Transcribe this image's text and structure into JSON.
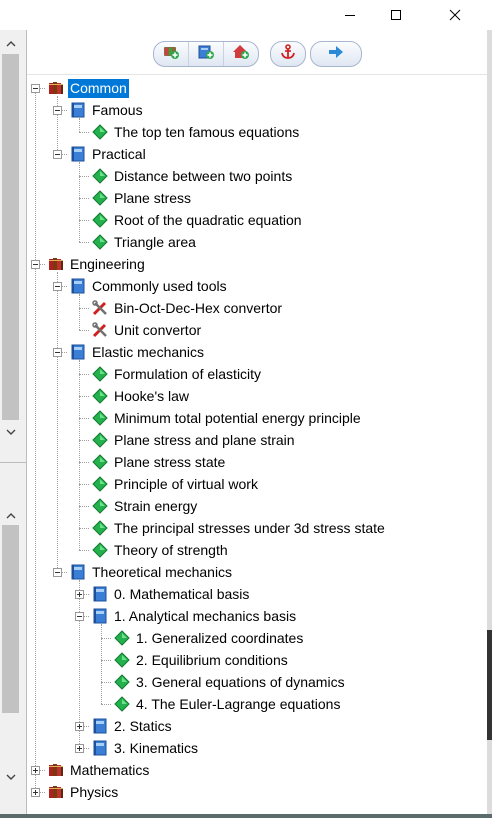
{
  "window": {
    "minimize_icon": "minimize-icon",
    "maximize_icon": "maximize-icon",
    "close_icon": "close-icon"
  },
  "toolbar": {
    "buttons": [
      {
        "name": "add-category-button",
        "icon": "books-plus-icon"
      },
      {
        "name": "add-group-button",
        "icon": "blue-book-plus-icon"
      },
      {
        "name": "add-item-button",
        "icon": "red-house-plus-icon"
      },
      {
        "name": "anchor-button",
        "icon": "anchor-icon"
      },
      {
        "name": "go-button",
        "icon": "arrow-right-icon"
      }
    ]
  },
  "tree": {
    "nodes": [
      {
        "label": "Common",
        "level": 0,
        "type": "category",
        "expander": "minus",
        "selected": true
      },
      {
        "label": "Famous",
        "level": 1,
        "type": "book",
        "expander": "minus"
      },
      {
        "label": "The top ten famous equations",
        "level": 2,
        "type": "leaf"
      },
      {
        "label": "Practical",
        "level": 1,
        "type": "book",
        "expander": "minus"
      },
      {
        "label": "Distance between two points",
        "level": 2,
        "type": "leaf"
      },
      {
        "label": "Plane stress",
        "level": 2,
        "type": "leaf"
      },
      {
        "label": "Root of the quadratic equation",
        "level": 2,
        "type": "leaf"
      },
      {
        "label": "Triangle area",
        "level": 2,
        "type": "leaf"
      },
      {
        "label": "Engineering",
        "level": 0,
        "type": "category",
        "expander": "minus"
      },
      {
        "label": "Commonly used tools",
        "level": 1,
        "type": "book",
        "expander": "minus"
      },
      {
        "label": "Bin-Oct-Dec-Hex convertor",
        "level": 2,
        "type": "tool"
      },
      {
        "label": "Unit convertor",
        "level": 2,
        "type": "tool"
      },
      {
        "label": "Elastic mechanics",
        "level": 1,
        "type": "book",
        "expander": "minus"
      },
      {
        "label": "Formulation of elasticity",
        "level": 2,
        "type": "leaf"
      },
      {
        "label": "Hooke's law",
        "level": 2,
        "type": "leaf"
      },
      {
        "label": "Minimum total potential energy principle",
        "level": 2,
        "type": "leaf"
      },
      {
        "label": "Plane stress and plane strain",
        "level": 2,
        "type": "leaf"
      },
      {
        "label": "Plane stress state",
        "level": 2,
        "type": "leaf"
      },
      {
        "label": "Principle of virtual work",
        "level": 2,
        "type": "leaf"
      },
      {
        "label": "Strain energy",
        "level": 2,
        "type": "leaf"
      },
      {
        "label": "The principal stresses under 3d stress state",
        "level": 2,
        "type": "leaf"
      },
      {
        "label": "Theory of strength",
        "level": 2,
        "type": "leaf"
      },
      {
        "label": "Theoretical mechanics",
        "level": 1,
        "type": "book",
        "expander": "minus"
      },
      {
        "label": "0. Mathematical basis",
        "level": 2,
        "type": "book",
        "expander": "plus"
      },
      {
        "label": "1. Analytical mechanics basis",
        "level": 2,
        "type": "book",
        "expander": "minus"
      },
      {
        "label": "1. Generalized coordinates",
        "level": 3,
        "type": "leaf"
      },
      {
        "label": "2. Equilibrium conditions",
        "level": 3,
        "type": "leaf"
      },
      {
        "label": "3. General equations of dynamics",
        "level": 3,
        "type": "leaf"
      },
      {
        "label": "4. The Euler-Lagrange equations",
        "level": 3,
        "type": "leaf"
      },
      {
        "label": "2. Statics",
        "level": 2,
        "type": "book",
        "expander": "plus"
      },
      {
        "label": "3. Kinematics",
        "level": 2,
        "type": "book",
        "expander": "plus"
      },
      {
        "label": "Mathematics",
        "level": 0,
        "type": "category",
        "expander": "plus"
      },
      {
        "label": "Physics",
        "level": 0,
        "type": "category",
        "expander": "plus"
      }
    ]
  },
  "colors": {
    "selection": "#0078d7",
    "leaf_icon": "#22b14c",
    "book_icon": "#3a7fd5",
    "category_icon": "#8b1a1a"
  }
}
